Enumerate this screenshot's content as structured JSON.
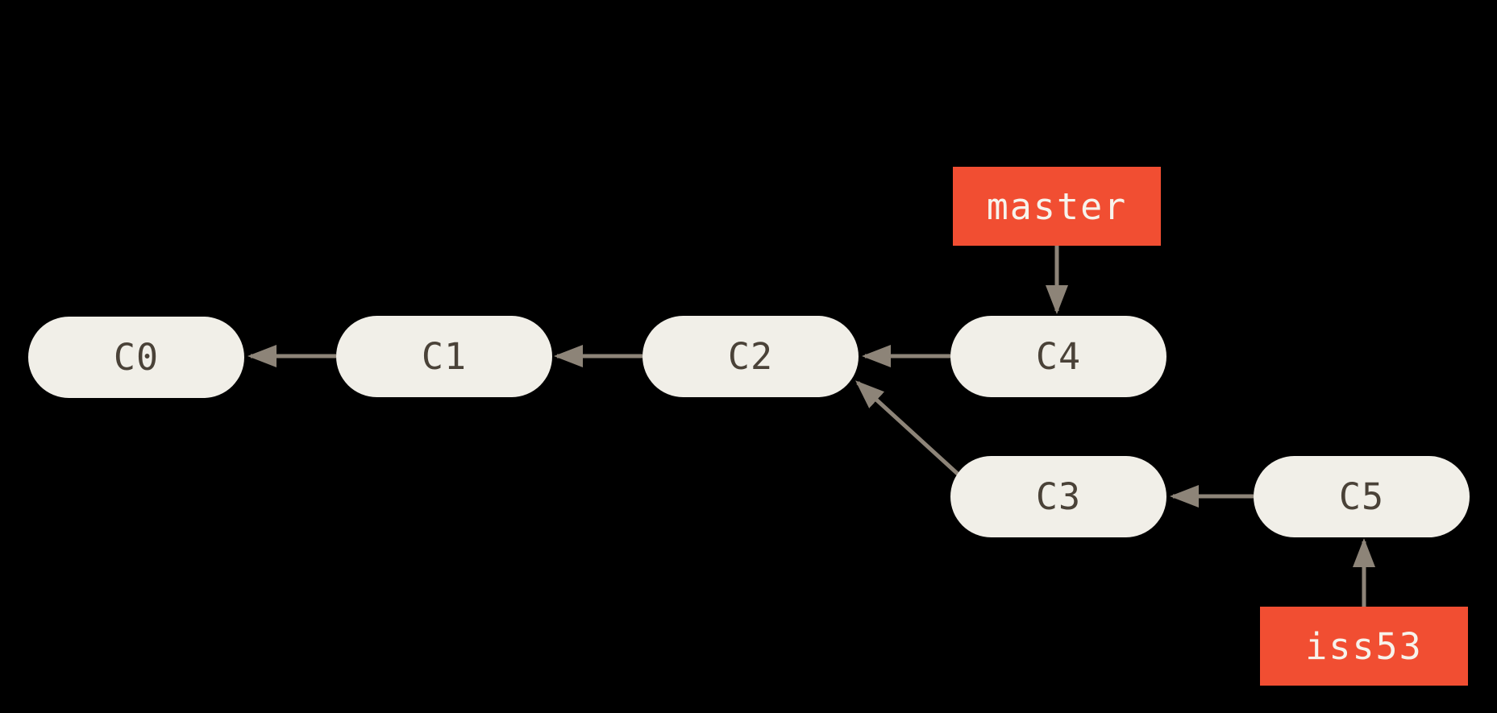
{
  "diagram": {
    "kind": "git-commit-graph",
    "background_color": "#000000",
    "commit_node_fill": "#f1efe8",
    "commit_text_color": "#4a4238",
    "branch_label_fill": "#f14e32",
    "branch_text_color": "#f7f3ec",
    "arrow_color": "#8d8478",
    "commits": {
      "c0": "C0",
      "c1": "C1",
      "c2": "C2",
      "c3": "C3",
      "c4": "C4",
      "c5": "C5"
    },
    "branches": {
      "master": "master",
      "iss53": "iss53"
    },
    "edges": [
      {
        "from": "C1",
        "to": "C0",
        "type": "parent"
      },
      {
        "from": "C2",
        "to": "C1",
        "type": "parent"
      },
      {
        "from": "C4",
        "to": "C2",
        "type": "parent"
      },
      {
        "from": "C3",
        "to": "C2",
        "type": "parent"
      },
      {
        "from": "C5",
        "to": "C3",
        "type": "parent"
      },
      {
        "from": "master",
        "to": "C4",
        "type": "branch-pointer"
      },
      {
        "from": "iss53",
        "to": "C5",
        "type": "branch-pointer"
      }
    ]
  }
}
